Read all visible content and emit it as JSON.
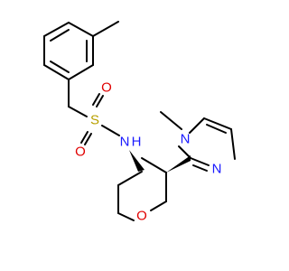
{
  "diagram": {
    "type": "chemical-structure",
    "atoms": {
      "s": "S",
      "o_upper": "O",
      "o_lower": "O",
      "n_amide": "N",
      "h_amide": "H",
      "n_methyl": "N",
      "n_ring": "N",
      "o_ring": "O"
    },
    "colors": {
      "bond": "#000000",
      "sulfur": "#b8a000",
      "oxygen": "#e00000",
      "nitrogen": "#1a1aff"
    }
  }
}
